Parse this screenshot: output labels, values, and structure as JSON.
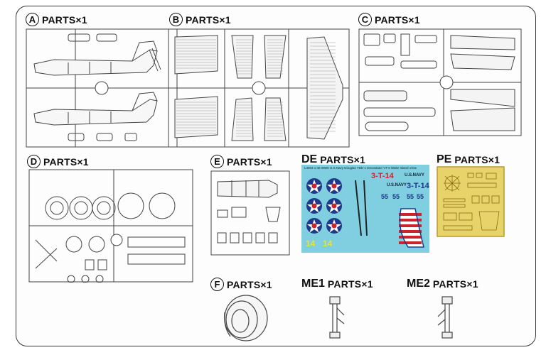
{
  "groups": {
    "a": {
      "id": "A",
      "parts": "PARTS×1"
    },
    "b": {
      "id": "B",
      "parts": "PARTS×1"
    },
    "c": {
      "id": "C",
      "parts": "PARTS×1"
    },
    "d": {
      "id": "D",
      "parts": "PARTS×1"
    },
    "e": {
      "id": "E",
      "parts": "PARTS×1"
    },
    "de": {
      "id": "DE",
      "parts": "PARTS×1"
    },
    "pe": {
      "id": "PE",
      "parts": "PARTS×1"
    },
    "f": {
      "id": "F",
      "parts": "PARTS×1"
    },
    "me1": {
      "id": "ME1",
      "parts": "PARTS×1"
    },
    "me2": {
      "id": "ME2",
      "parts": "PARTS×1"
    }
  },
  "decal": {
    "header": "L4003 1:48 WWII U.S.Navy Douglas TBD-1 Devastator VT-6 Wake Island 1942",
    "code_left": "3-T-14",
    "code_right": "3-T-14",
    "usnavy_top": "U.S.NAVY",
    "usnavy_mid": "U.S.NAVY",
    "num_a": "55",
    "num_b": "55",
    "num_c": "55",
    "num_d": "55",
    "bottom_left": "14",
    "bottom_right": "14"
  },
  "colors": {
    "decal_bg": "#7fcfe0",
    "pe_gold": "#e8d26a",
    "roundel_blue": "#1f3a8a",
    "roundel_red": "#d0222a",
    "line": "#444444"
  }
}
